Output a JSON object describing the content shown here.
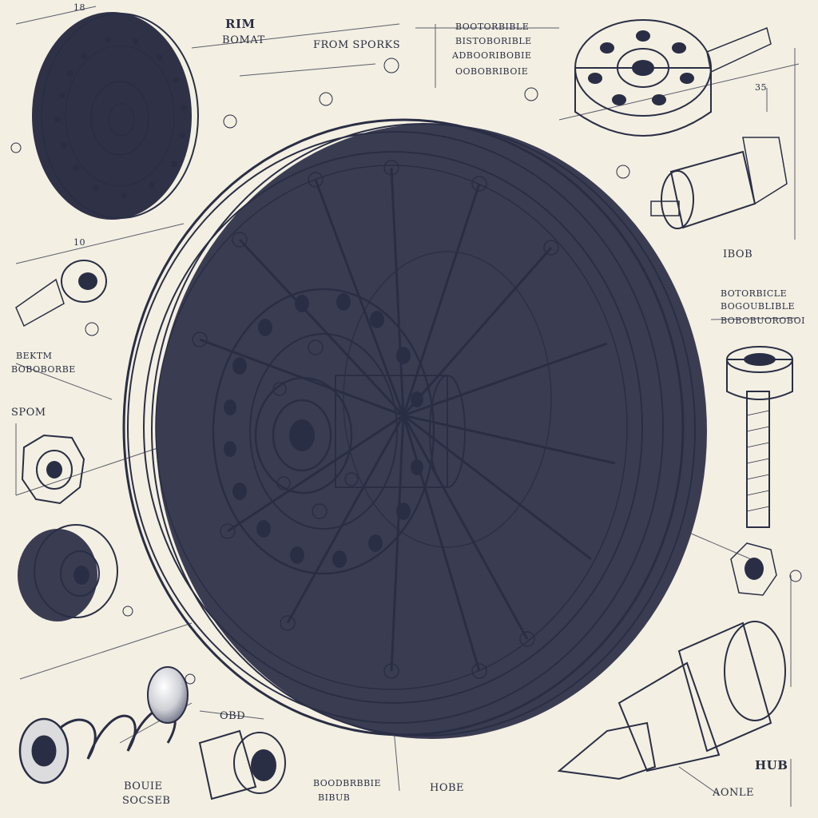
{
  "labels": {
    "rim": "RIM",
    "rim_sub": "BOMAT",
    "from_spokes": "FROM SPORKS",
    "top_block": [
      "BOOTORBIBLE",
      "BISTOBORIBLE",
      "ADBOORIBOBIE",
      "OOBOBRIBOIE"
    ],
    "dim_top_left": "18",
    "dim_right": "35",
    "right_hub_small": "IBOB",
    "right_block": [
      "BOTORBICLE",
      "BOGOUBLIBLE",
      "BOBOBUOROBOI"
    ],
    "left_block": [
      "BEKTM",
      "BOBOBORBE"
    ],
    "spom": "SPOM",
    "dim_left_small": "10",
    "bottom_left": [
      "BOUIE",
      "SOCSEB"
    ],
    "bottom_center": [
      "BOODBRBBIE",
      "BIBUB"
    ],
    "hobe": "HOBE",
    "hub": "HUB",
    "aonle": "AONLE",
    "dim_bottom_mid": "OBD"
  },
  "colors": {
    "paper": "#f3efe2",
    "ink": "#2a2e45",
    "steel": "#c9c9cf",
    "shadow": "#5b5f73"
  }
}
